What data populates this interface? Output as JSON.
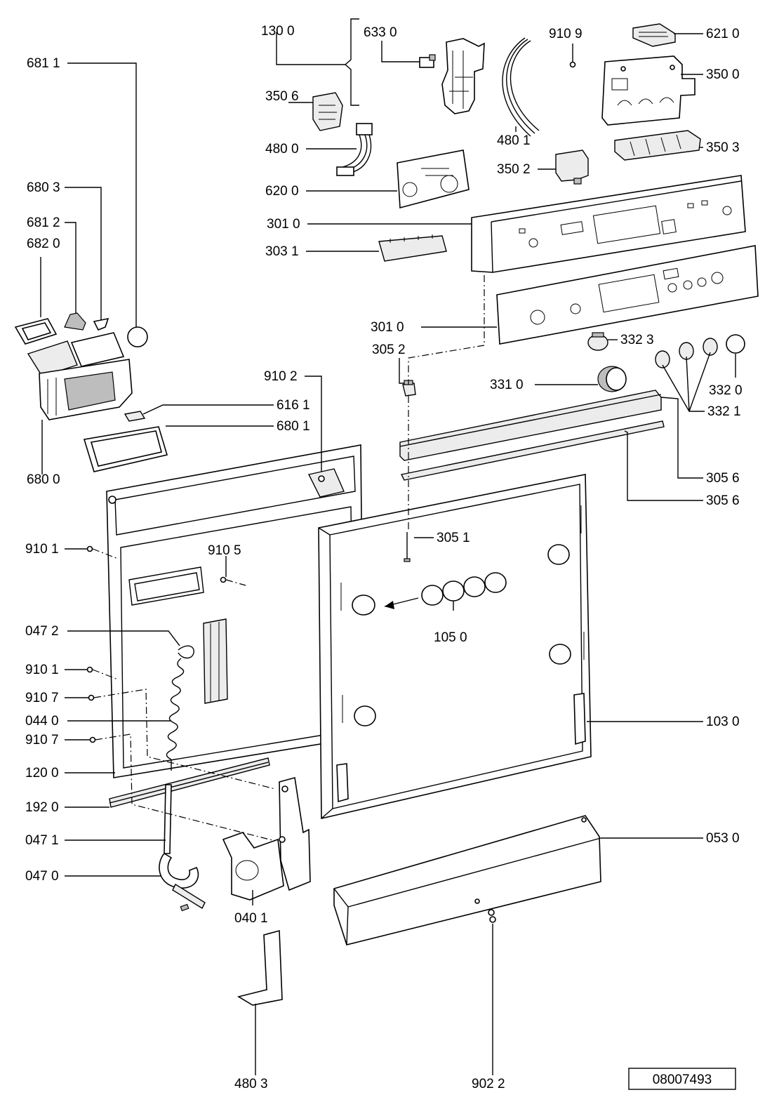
{
  "drawing_number": "08007493",
  "callouts": {
    "c1300": "130 0",
    "c6330": "633 0",
    "c9109": "910 9",
    "c6210": "621 0",
    "c6811": "681 1",
    "c3500": "350 0",
    "c3506": "350 6",
    "c4800": "480 0",
    "c4801": "480 1",
    "c3503": "350 3",
    "c3502": "350 2",
    "c6803": "680 3",
    "c6200": "620 0",
    "c6812": "681 2",
    "c6820": "682 0",
    "c3010a": "301 0",
    "c3031": "303 1",
    "c3010b": "301 0",
    "c3323": "332 3",
    "c3052": "305 2",
    "c9102": "910 2",
    "c3310": "331 0",
    "c3320": "332 0",
    "c6161": "616 1",
    "c3321": "332 1",
    "c6801": "680 1",
    "c6800": "680 0",
    "c3056a": "305 6",
    "c3056b": "305 6",
    "c9101a": "910 1",
    "c9105": "910 5",
    "c3051": "305 1",
    "c0472": "047 2",
    "c1050": "105 0",
    "c9101b": "910 1",
    "c9107a": "910 7",
    "c0440": "044 0",
    "c1030": "103 0",
    "c9107b": "910 7",
    "c1200": "120 0",
    "c1920": "192 0",
    "c0471": "047 1",
    "c0530": "053 0",
    "c0470": "047 0",
    "c0401": "040 1",
    "c4803": "480 3",
    "c9022": "902 2"
  }
}
